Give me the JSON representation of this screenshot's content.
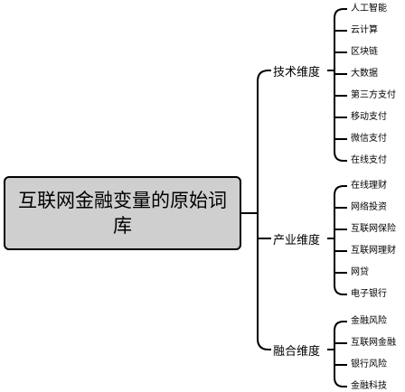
{
  "root": {
    "label": "互联网金融变量的原始词库"
  },
  "branches": [
    {
      "label": "技术维度",
      "items": [
        "人工智能",
        "云计算",
        "区块链",
        "大数据",
        "第三方支付",
        "移动支付",
        "微信支付",
        "在线支付"
      ]
    },
    {
      "label": "产业维度",
      "items": [
        "在线理财",
        "网络投资",
        "互联网保险",
        "互联网理财",
        "网贷",
        "电子银行"
      ]
    },
    {
      "label": "融合维度",
      "items": [
        "金融风险",
        "互联网金融",
        "银行风险",
        "金融科技"
      ]
    }
  ]
}
